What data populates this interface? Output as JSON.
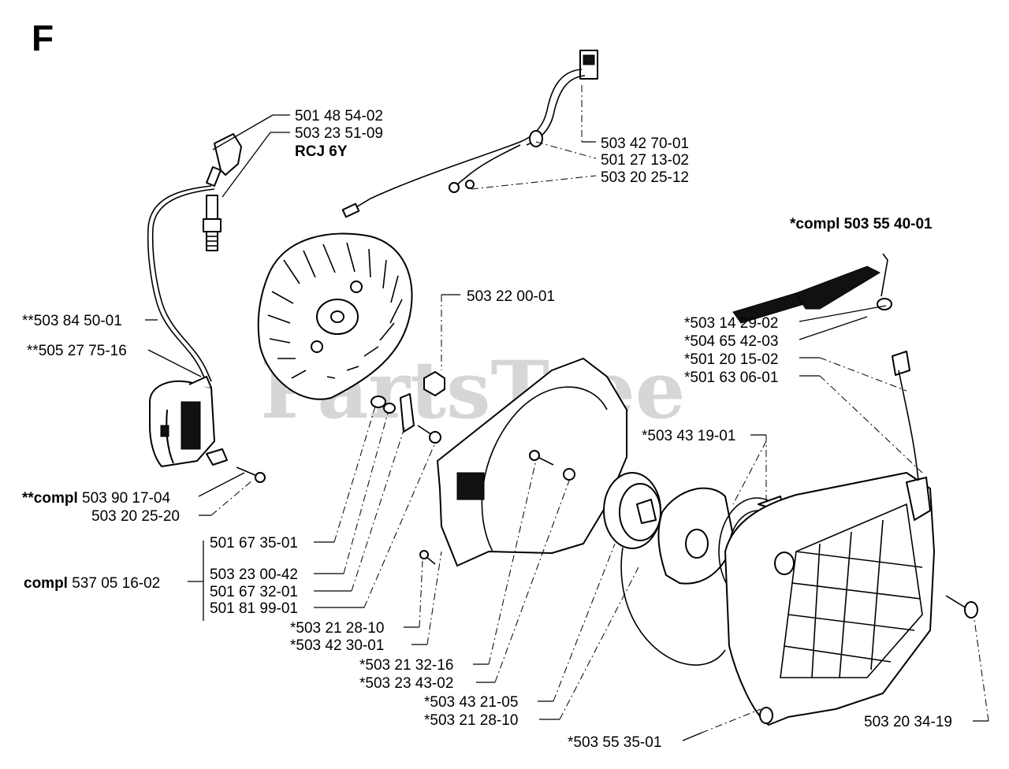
{
  "section_letter": "F",
  "watermark": "PartsTree",
  "labels": {
    "plug_cap": "501 48 54-02",
    "plug_boot": "503 23 51-09",
    "spark_plug": "RCJ 6Y",
    "switch_wire": "503 42 70-01",
    "grommet": "501 27 13-02",
    "wire_screw": "503 20 25-12",
    "starter_compl": "*compl 503 55 40-01",
    "flywheel_nut": "503 22 00-01",
    "ht_lead": "**503 84 50-01",
    "cap_spring": "**505 27 75-16",
    "pawl_spring": "*503 14 29-02",
    "handle": "*504 65 42-03",
    "washer_pawl": "*501 20 15-02",
    "rope": "*501 63 06-01",
    "spring_cassette": "*503 43 19-01",
    "ignition_prefix": "**compl",
    "ignition_num": "503 90 17-04",
    "ignition_screw": "503 20 25-20",
    "pawl_a": "501 67 35-01",
    "pawl_b": "503 23 00-42",
    "pawl_c": "501 67 32-01",
    "pawl_d": "501 81 99-01",
    "flywheel_prefix": "compl",
    "flywheel_num": "537 05 16-02",
    "cover_screw": "*503 21 28-10",
    "air_guide": "*503 42 30-01",
    "center_screw": "*503 21 32-16",
    "center_washer": "*503 23 43-02",
    "pulley": "*503 43 21-05",
    "pulley_screw": "*503 21 28-10",
    "starter_housing": "*503 55 35-01",
    "housing_screw": "503 20 34-19"
  }
}
